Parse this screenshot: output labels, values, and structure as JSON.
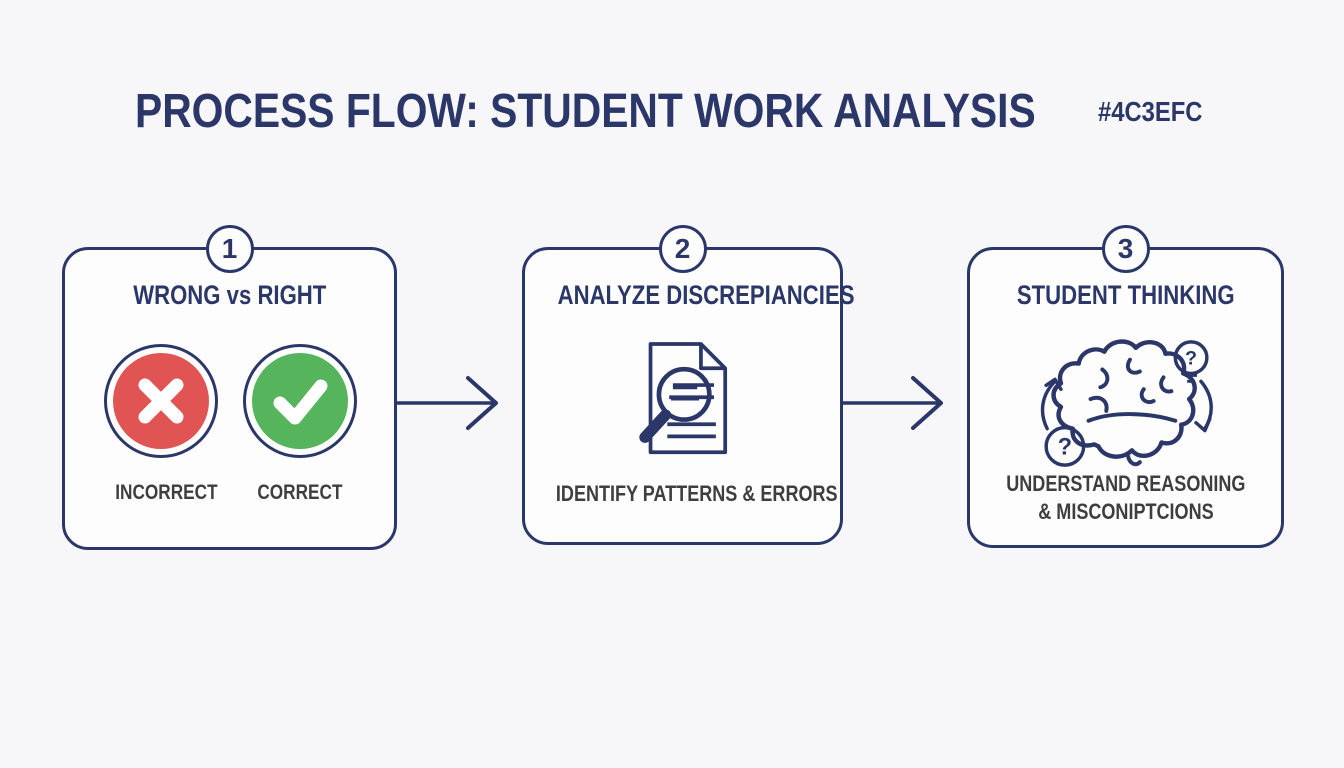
{
  "header": {
    "title": "PROCESS FLOW: STUDENT WORK ANALYSIS",
    "color_code": "#4C3EFC"
  },
  "colors": {
    "navy": "#2b3769",
    "red": "#e15454",
    "green": "#56b55c",
    "caption_gray": "#3e3e40",
    "page_bg": "#f7f7f9",
    "card_bg": "#fdfdfe"
  },
  "steps": [
    {
      "number": "1",
      "title": "WRONG vs RIGHT",
      "items": [
        {
          "icon": "x-circle-icon",
          "label": "INCORRECT"
        },
        {
          "icon": "check-circle-icon",
          "label": "CORRECT"
        }
      ]
    },
    {
      "number": "2",
      "title": "ANALYZE DISCREPIANCIES",
      "icon": "document-magnifier-icon",
      "caption": "IDENTIFY PATTERNS & ERRORS"
    },
    {
      "number": "3",
      "title": "STUDENT THINKING",
      "icon": "brain-question-icon",
      "caption_lines": [
        "UNDERSTAND REASONING",
        "& MISCONIPTCIONS"
      ]
    }
  ]
}
